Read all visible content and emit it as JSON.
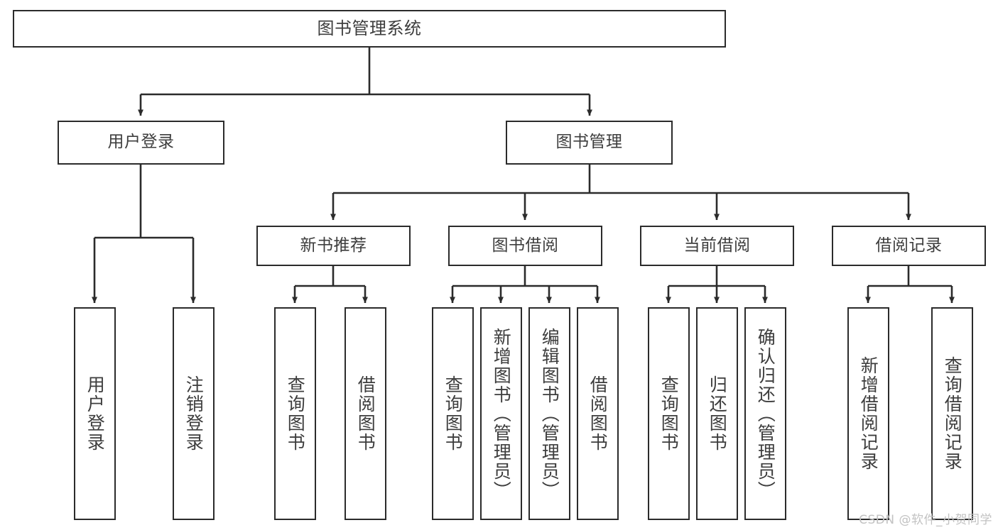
{
  "diagram": {
    "title": "图书管理系统",
    "type": "tree",
    "watermark": "CSDN @软件_小贺同学",
    "colors": {
      "background": "#ffffff",
      "box_border": "#2b2b2b",
      "box_fill": "#ffffff",
      "text": "#3d3d3d",
      "edge": "#2b2b2b",
      "watermark": "#c2c2c2"
    },
    "levels": {
      "root": "图书管理系统",
      "level2": [
        "用户登录",
        "图书管理"
      ],
      "level3": [
        "新书推荐",
        "图书借阅",
        "当前借阅",
        "借阅记录"
      ]
    },
    "nodes": {
      "root": {
        "label": "图书管理系统"
      },
      "user_login": {
        "label": "用户登录"
      },
      "book_manage": {
        "label": "图书管理"
      },
      "new_book_rec": {
        "label": "新书推荐"
      },
      "book_borrow": {
        "label": "图书借阅"
      },
      "current_borrow": {
        "label": "当前借阅"
      },
      "borrow_record": {
        "label": "借阅记录"
      }
    },
    "leaves": {
      "user_login": [
        {
          "label": "用户登录"
        },
        {
          "label": "注销登录"
        }
      ],
      "new_book_rec": [
        {
          "label": "查询图书"
        },
        {
          "label": "借阅图书"
        }
      ],
      "book_borrow": [
        {
          "label": "查询图书"
        },
        {
          "label": "新增图书（管理员）"
        },
        {
          "label": "编辑图书（管理员）"
        },
        {
          "label": "借阅图书"
        }
      ],
      "current_borrow": [
        {
          "label": "查询图书"
        },
        {
          "label": "归还图书"
        },
        {
          "label": "确认归还（管理员）"
        }
      ],
      "borrow_record": [
        {
          "label": "新增借阅记录"
        },
        {
          "label": "查询借阅记录"
        }
      ]
    }
  }
}
